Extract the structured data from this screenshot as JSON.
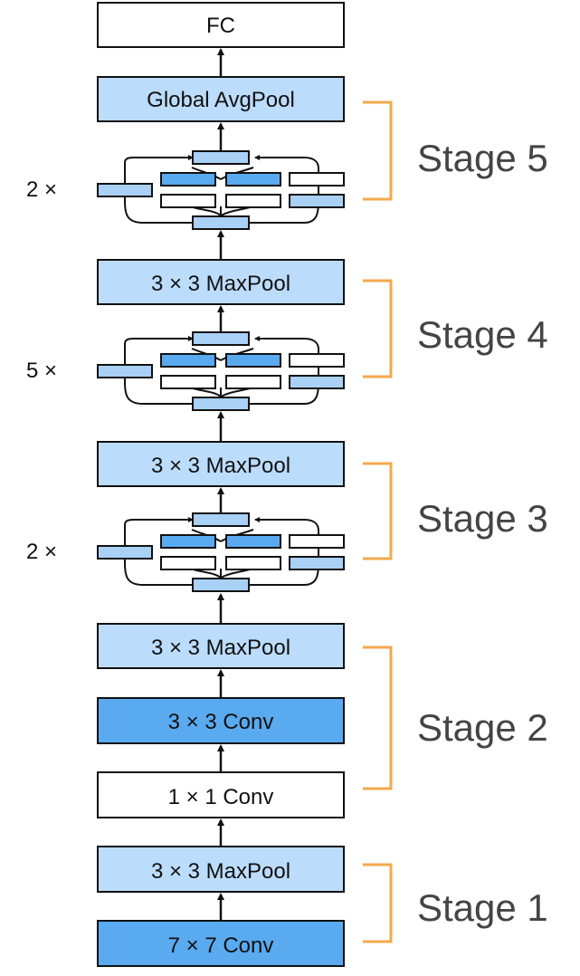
{
  "colors": {
    "white": "#ffffff",
    "light_blue": "#bcdcfb",
    "mid_blue": "#a9d0f5",
    "dark_blue": "#5aaaf0",
    "stroke": "#111111",
    "bracket": "#f3a94c",
    "stage_text": "#444444"
  },
  "layers": {
    "fc": "FC",
    "global_avgpool": "Global AvgPool",
    "stage4_maxpool": "3 × 3 MaxPool",
    "stage3_maxpool": "3 × 3 MaxPool",
    "stage2_maxpool": "3 × 3 MaxPool",
    "stage2_conv3": "3 × 3 Conv",
    "stage2_conv1": "1 × 1 Conv",
    "stage1_maxpool": "3 × 3 MaxPool",
    "stage1_conv7": "7 × 7 Conv"
  },
  "blocks": {
    "stage5_repeat": "2 ×",
    "stage4_repeat": "5 ×",
    "stage3_repeat": "2 ×"
  },
  "stages": {
    "stage5": "Stage 5",
    "stage4": "Stage 4",
    "stage3": "Stage 3",
    "stage2": "Stage 2",
    "stage1": "Stage 1"
  }
}
